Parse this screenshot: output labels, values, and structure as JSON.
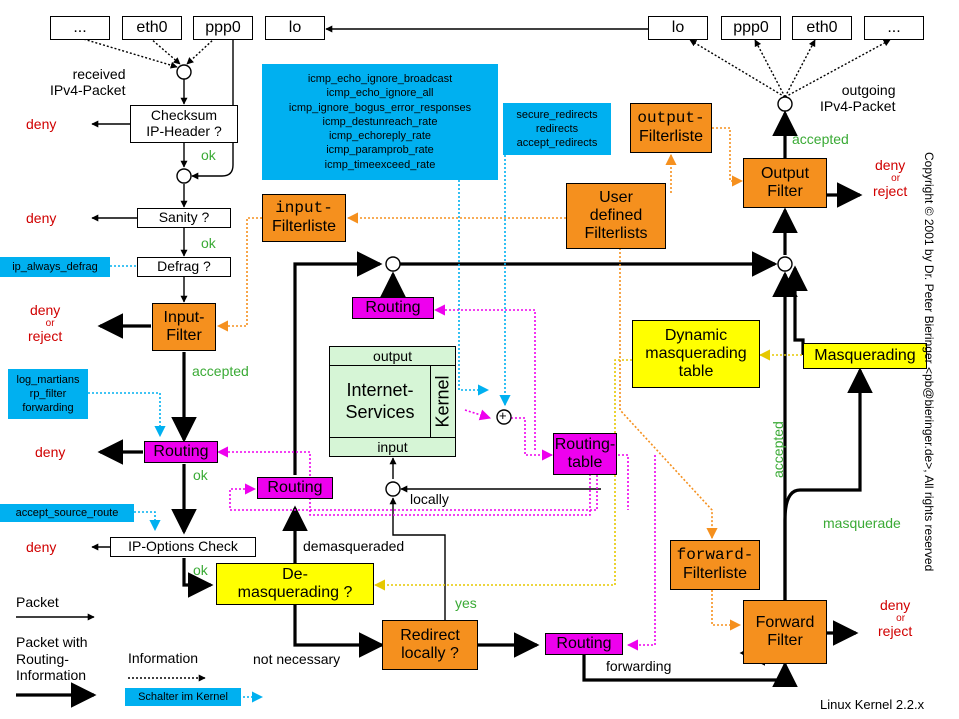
{
  "in_interfaces": [
    "...",
    "eth0",
    "ppp0",
    "lo"
  ],
  "out_interfaces": [
    "lo",
    "ppp0",
    "eth0",
    "..."
  ],
  "received_label": [
    "received",
    "IPv4-Packet"
  ],
  "outgoing_label": [
    "outgoing",
    "IPv4-Packet"
  ],
  "checksum_label": [
    "Checksum",
    "IP-Header ?"
  ],
  "sanity_label": "Sanity ?",
  "defrag_label": "Defrag ?",
  "ipoptions_label": "IP-Options Check",
  "input_filter": [
    "Input-",
    "Filter"
  ],
  "output_filter": [
    "Output",
    "Filter"
  ],
  "forward_filter": [
    "Forward",
    "Filter"
  ],
  "redirect_label": [
    "Redirect",
    "locally ?"
  ],
  "user_filterlists": [
    "User",
    "defined",
    "Filterlists"
  ],
  "input_filterliste": [
    "input-",
    "Filterliste"
  ],
  "output_filterliste": [
    "output-",
    "Filterliste"
  ],
  "forward_filterliste": [
    "forward-",
    "Filterliste"
  ],
  "routing_label": "Routing",
  "routing_table": [
    "Routing-",
    "table"
  ],
  "demasq_label": [
    "De-",
    "masquerading ?"
  ],
  "dyn_masq_table": [
    "Dynamic",
    "masquerading",
    "table"
  ],
  "masquerading_label": "Masquerading",
  "internet_services": [
    "Internet-",
    "Services"
  ],
  "kernel_label": "Kernel",
  "output_label": "output",
  "input_label": "input",
  "plus_sign": "+",
  "icmp_switches": [
    "icmp_echo_ignore_broadcast",
    "icmp_echo_ignore_all",
    "icmp_ignore_bogus_error_responses",
    "icmp_destunreach_rate",
    "icmp_echoreply_rate",
    "icmp_paramprob_rate",
    "icmp_timeexceed_rate"
  ],
  "redirect_switches": [
    "secure_redirects",
    "redirects",
    "accept_redirects"
  ],
  "ip_always_defrag": "ip_always_defrag",
  "log_switches": [
    "log_martians",
    "rp_filter",
    "forwarding"
  ],
  "accept_source_route": "accept_source_route",
  "deny": "deny",
  "or_word": "or",
  "reject": "reject",
  "ok": "ok",
  "accepted": "accepted",
  "locally": "locally",
  "demasqueraded": "demasqueraded",
  "yes": "yes",
  "not_necessary": "not necessary",
  "forwarding": "forwarding",
  "masquerade": "masquerade",
  "legend": {
    "packet": "Packet",
    "packet_routing": [
      "Packet with",
      "Routing-",
      "Information"
    ],
    "information": "Information",
    "schalter": "Schalter im Kernel"
  },
  "copyright": "Copyright © 2001 by Dr. Peter Bieringer <pb@bieringer.de>, All rights reserved",
  "version": "Linux Kernel 2.2.x"
}
